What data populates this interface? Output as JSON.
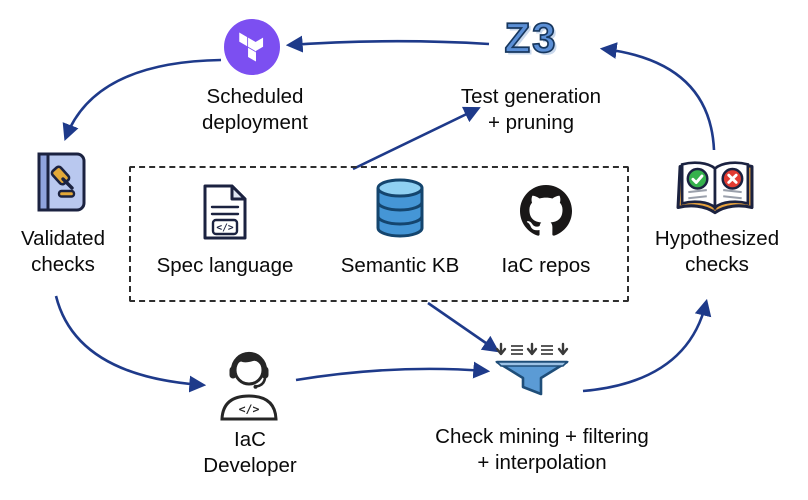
{
  "diagram": {
    "colors": {
      "arrow": "#1e3a8a",
      "terraform_purple": "#7c4ff1",
      "z3_blue": "#5b8fd6",
      "database_blue": "#4596d6",
      "funnel_blue": "#5b9bd5",
      "check_green": "#35b14c",
      "cross_red": "#e23b32",
      "text": "#0a0a0a"
    },
    "cycle_nodes": {
      "scheduled_deployment": {
        "label": "Scheduled\ndeployment",
        "icon": "terraform-logo"
      },
      "test_generation": {
        "label": "Test generation\n+ pruning",
        "logo_text": "Z3",
        "icon": "z3-logo"
      },
      "validated_checks": {
        "label": "Validated\nchecks",
        "icon": "rulebook-gavel"
      },
      "hypothesized_checks": {
        "label": "Hypothesized\nchecks",
        "icon": "open-book-check-cross"
      },
      "iac_developer": {
        "label": "IaC\nDeveloper",
        "icon": "developer-headset",
        "code_glyph": "</>"
      },
      "check_mining": {
        "label": "Check mining + filtering\n+ interpolation",
        "icon": "filter-funnel"
      }
    },
    "knowledge_box": {
      "items": {
        "spec_language": {
          "label": "Spec language",
          "icon": "code-document",
          "code_glyph": "</>"
        },
        "semantic_kb": {
          "label": "Semantic KB",
          "icon": "database-cylinder"
        },
        "iac_repos": {
          "label": "IaC repos",
          "icon": "github-logo"
        }
      }
    },
    "edges": [
      {
        "from": "test_generation",
        "to": "scheduled_deployment"
      },
      {
        "from": "scheduled_deployment",
        "to": "validated_checks"
      },
      {
        "from": "validated_checks",
        "to": "iac_developer"
      },
      {
        "from": "iac_developer",
        "to": "check_mining"
      },
      {
        "from": "check_mining",
        "to": "hypothesized_checks"
      },
      {
        "from": "hypothesized_checks",
        "to": "test_generation"
      },
      {
        "from": "knowledge_box",
        "to": "test_generation"
      },
      {
        "from": "knowledge_box",
        "to": "check_mining"
      }
    ]
  }
}
